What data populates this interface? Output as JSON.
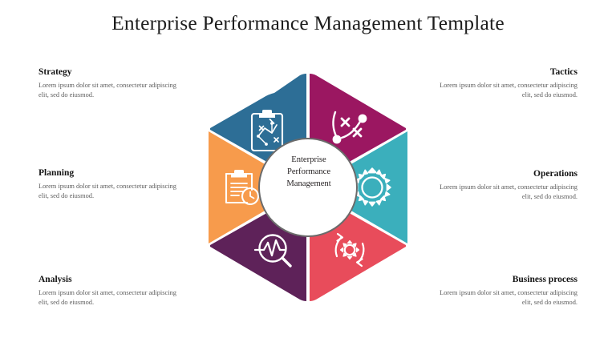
{
  "slide": {
    "title": "Enterprise Performance Management Template",
    "background": "#FFFFFF"
  },
  "center": {
    "line1": "Enterprise",
    "line2": "Performance",
    "line3": "Management",
    "fill": "#FFFFFF",
    "border": "#6B6B6B"
  },
  "body_text": {
    "line1": "Lorem ipsum dolor sit amet, consectetur",
    "line2": "adipiscing elit, sed do eiusmod."
  },
  "segments": [
    {
      "key": "strategy",
      "label": "Strategy",
      "side": "left",
      "color": "#2D6E96",
      "icon": "clipboard-strategy-icon",
      "desc_line1": "Lorem ipsum dolor sit amet, consectetur",
      "desc_line2": "adipiscing elit, sed do eiusmod."
    },
    {
      "key": "planning",
      "label": "Planning",
      "side": "left",
      "color": "#F79B4C",
      "icon": "clipboard-clock-icon",
      "desc_line1": "Lorem ipsum dolor sit amet, consectetur",
      "desc_line2": "adipiscing elit, sed do eiusmod."
    },
    {
      "key": "analysis",
      "label": "Analysis",
      "side": "left",
      "color": "#5E2259",
      "icon": "magnifier-chart-icon",
      "desc_line1": "Lorem ipsum dolor sit amet, consectetur",
      "desc_line2": "adipiscing elit, sed do eiusmod."
    },
    {
      "key": "tactics",
      "label": "Tactics",
      "side": "right",
      "color": "#9B1761",
      "icon": "tactics-playbook-icon",
      "desc_line1": "Lorem ipsum dolor sit amet, consectetur",
      "desc_line2": "adipiscing elit, sed do eiusmod."
    },
    {
      "key": "operations",
      "label": "Operations",
      "side": "right",
      "color": "#3BAFBC",
      "icon": "gear-icon",
      "desc_line1": "Lorem ipsum dolor sit amet, consectetur",
      "desc_line2": "adipiscing elit, sed do eiusmod."
    },
    {
      "key": "business_process",
      "label": "Business process",
      "side": "right",
      "color": "#E84C5B",
      "icon": "gear-cycle-icon",
      "desc_line1": "Lorem ipsum dolor sit amet, consectetur",
      "desc_line2": "adipiscing elit, sed do eiusmod."
    }
  ]
}
